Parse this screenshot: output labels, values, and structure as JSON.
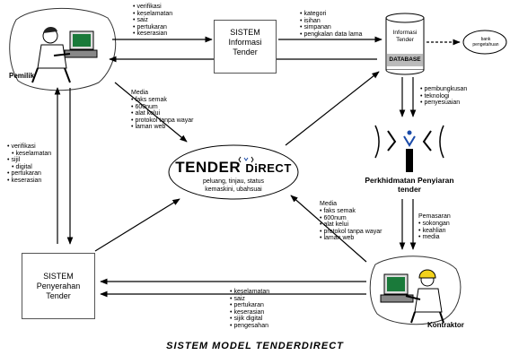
{
  "labels": {
    "pemilik": "Pemilik",
    "kontraktor": "Kontraktor",
    "bank_pengetahuan": "bank pengetahuan",
    "perkhidmatan": "Perkhidmatan Penyiaran tender",
    "caption": "SISTEM MODEL TENDERDIRECT",
    "tender_direct_a": "TENDER",
    "tender_direct_b": "DiRECT",
    "tender_sub_1": "peluang, tinjau, status",
    "tender_sub_2": "kemaskini, ubahsuai"
  },
  "boxes": {
    "sistem_info": [
      "SISTEM",
      "Informasi",
      "Tender"
    ],
    "sistem_penyerahan": [
      "SISTEM",
      "Penyerahan",
      "Tender"
    ]
  },
  "database": {
    "title_1": "Informasi",
    "title_2": "Tender",
    "label": "DATABASE"
  },
  "lists": {
    "pemilik_to_info": [
      "verifikasi",
      "keselamatan",
      "saiz",
      "pertukaran",
      "keserasian"
    ],
    "info_to_db": [
      "kategori",
      "isihan",
      "simpanan",
      "pengkalan data lama"
    ],
    "media_top_title": "Media",
    "media_top": [
      "faks semak",
      "600num",
      "alat kelui",
      "protokol tanpa wayar",
      "laman web"
    ],
    "left_column": [
      "verifikasi",
      "keselamatan",
      "sijil",
      "digital",
      "pertukaran",
      "keserasian"
    ],
    "db_right": [
      "pembungkusan",
      "teknologi",
      "penyesuaian"
    ],
    "media_bottom_title": "Media",
    "media_bottom": [
      "faks semak",
      "600num",
      "alat kelui",
      "protokol tanpa wayar",
      "laman web"
    ],
    "pemasaran_title": "Pemasaran",
    "pemasaran": [
      "sokongan",
      "keahlian",
      "media"
    ],
    "bottom": [
      "keselamatan",
      "saiz",
      "pertukaran",
      "keserasian",
      "sijik digital",
      "pengesahan"
    ]
  },
  "colors": {
    "arrow": "#000000",
    "box_border": "#555555",
    "helmet": "#f2d21b",
    "screen": "#1a7a3a"
  }
}
